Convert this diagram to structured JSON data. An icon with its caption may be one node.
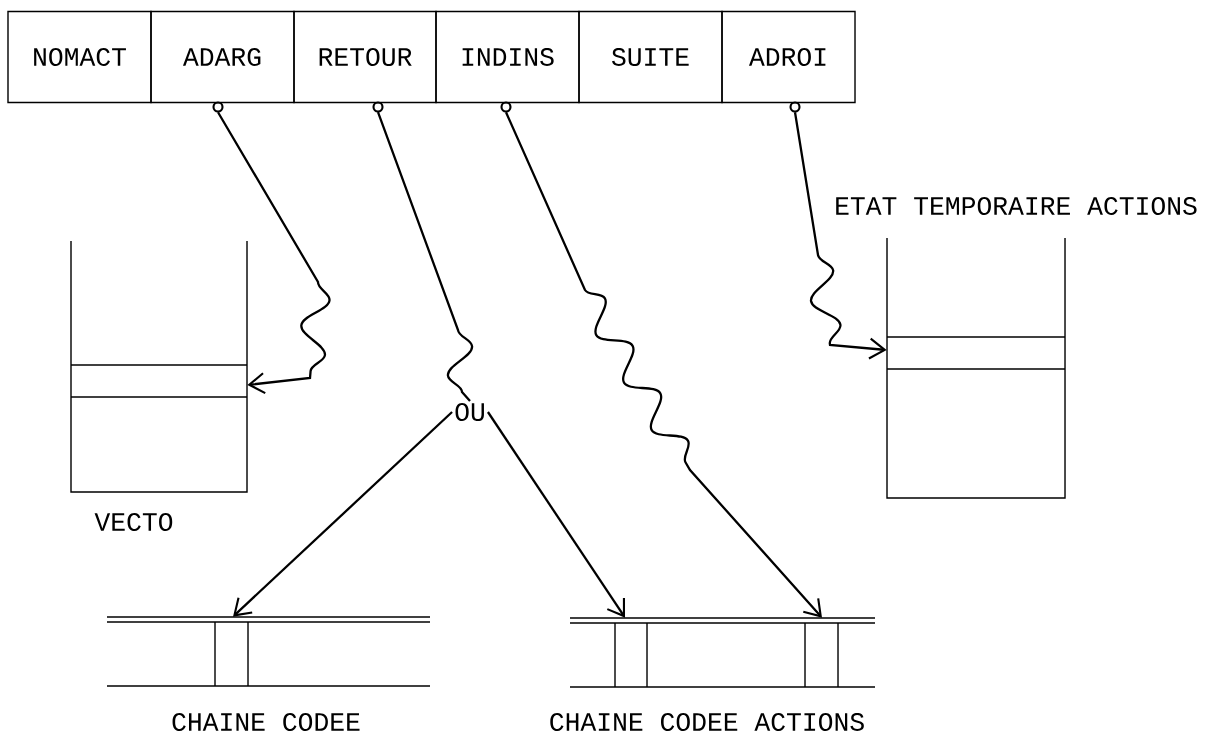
{
  "diagram": {
    "nodes": [
      {
        "text": [
          "NOMACT"
        ]
      },
      {
        "text": [
          "ADARG"
        ]
      },
      {
        "text": [
          "RETOUR"
        ]
      },
      {
        "text": [
          "INDINS"
        ]
      },
      {
        "text": [
          "SUITE"
        ]
      },
      {
        "text": [
          "ADROI"
        ]
      },
      {
        "text": [
          "VECTO"
        ]
      },
      {
        "text": [
          "ETAT TEMPORAIRE ACTIONS"
        ]
      },
      {
        "text": [
          "OU"
        ]
      },
      {
        "text": [
          "CHAINE CODEE"
        ]
      },
      {
        "text": [
          "CHAINE CODEE ACTIONS"
        ]
      }
    ],
    "edges": [
      {
        "from": 1,
        "to": 6,
        "arrow": "to"
      },
      {
        "from": 2,
        "to": 8,
        "arrow": "none"
      },
      {
        "from": 8,
        "to": 9,
        "arrow": "to"
      },
      {
        "from": 8,
        "to": 10,
        "arrow": "to"
      },
      {
        "from": 3,
        "to": 10,
        "arrow": "to"
      },
      {
        "from": 5,
        "to": 7,
        "arrow": "to"
      }
    ]
  }
}
